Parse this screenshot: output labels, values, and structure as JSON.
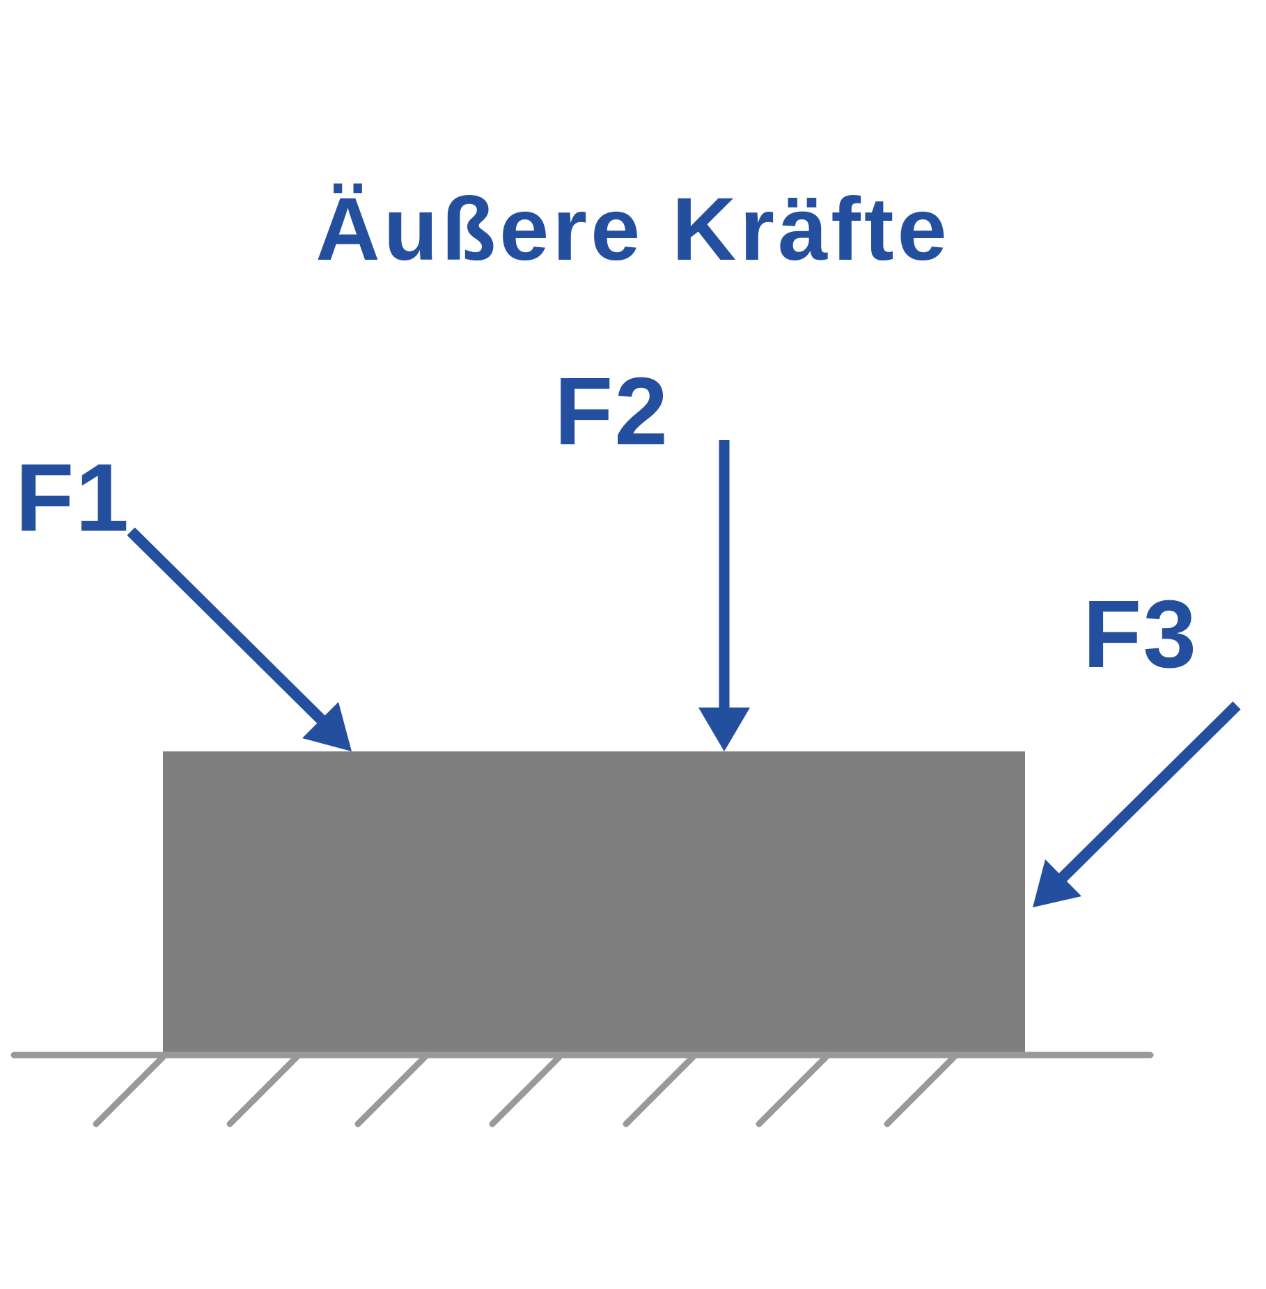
{
  "diagram": {
    "title": "Äußere Kräfte",
    "forces": [
      {
        "id": "f1",
        "label": "F1"
      },
      {
        "id": "f2",
        "label": "F2"
      },
      {
        "id": "f3",
        "label": "F3"
      }
    ]
  },
  "colors": {
    "force": "#244f9e",
    "block": "#7f7f7f",
    "ground": "#999999",
    "background": "#ffffff"
  }
}
